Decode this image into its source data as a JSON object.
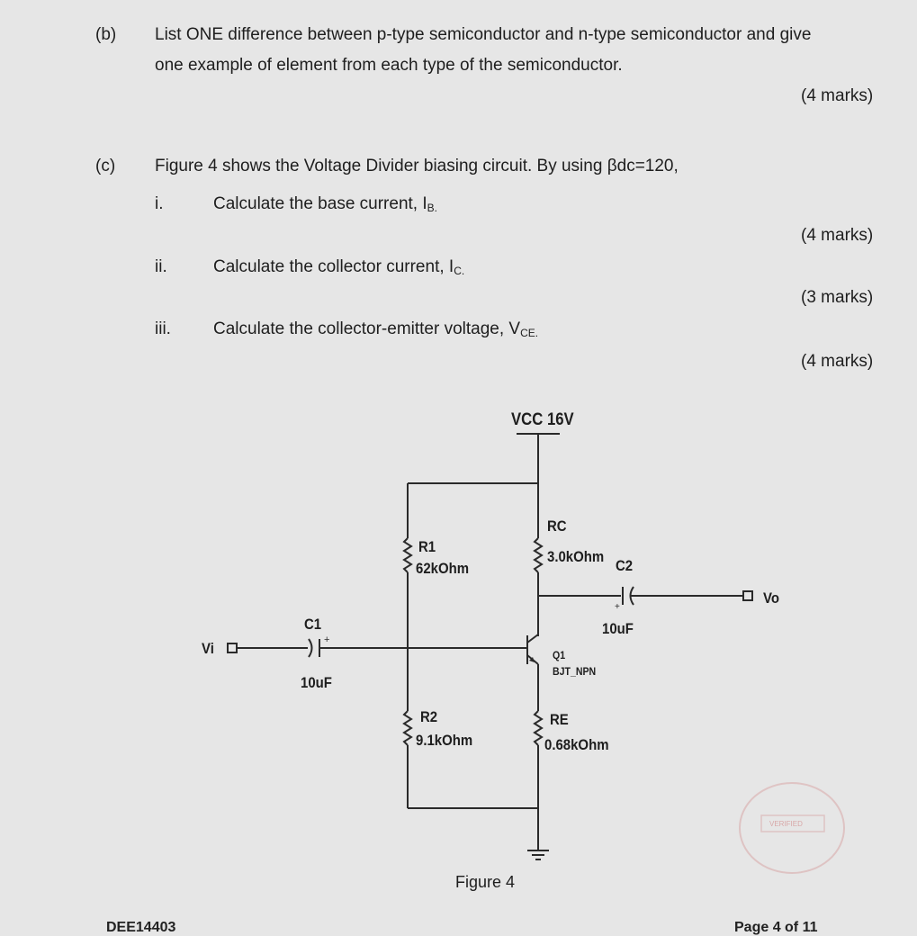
{
  "question_b": {
    "label": "(b)",
    "line1": "List ONE difference between p-type semiconductor and n-type semiconductor and give",
    "line2": "one example of element from each type of the semiconductor.",
    "marks": "(4 marks)"
  },
  "question_c": {
    "label": "(c)",
    "stem": "Figure 4 shows the Voltage Divider biasing circuit. By using βdc=120,",
    "parts": [
      {
        "num": "i.",
        "text": "Calculate the base current, I",
        "sub": "B.",
        "marks": "(4 marks)"
      },
      {
        "num": "ii.",
        "text": "Calculate the collector current, I",
        "sub": "C.",
        "marks": "(3 marks)"
      },
      {
        "num": "iii.",
        "text": "Calculate the collector-emitter voltage, V",
        "sub": "CE.",
        "marks": "(4 marks)"
      }
    ]
  },
  "circuit": {
    "vcc": "VCC  16V",
    "rc_name": "RC",
    "rc_value": "3.0kOhm",
    "r1_name": "R1",
    "r1_value": "62kOhm",
    "c2_name": "C2",
    "c2_value": "10uF",
    "vo": "Vo",
    "c1_name": "C1",
    "c1_value": "10uF",
    "vi": "Vi",
    "q1_name": "Q1",
    "q1_type": "BJT_NPN",
    "r2_name": "R2",
    "r2_value": "9.1kOhm",
    "re_name": "RE",
    "re_value": "0.68kOhm"
  },
  "figure_caption": "Figure 4",
  "stamp": {
    "text": "VERIFIED"
  },
  "footer": {
    "left": "DEE14403",
    "right": "Page 4 of 11"
  },
  "colors": {
    "background": "#e6e6e6",
    "ink": "#1e1e1e",
    "stamp": "#d8a8a8"
  }
}
